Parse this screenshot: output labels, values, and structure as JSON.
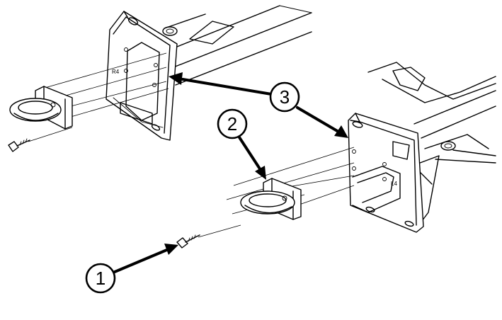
{
  "callouts": [
    {
      "id": "1",
      "label": "1"
    },
    {
      "id": "2",
      "label": "2"
    },
    {
      "id": "3",
      "label": "3"
    }
  ],
  "bracket_marks": {
    "left": "R4",
    "right": "L4"
  }
}
